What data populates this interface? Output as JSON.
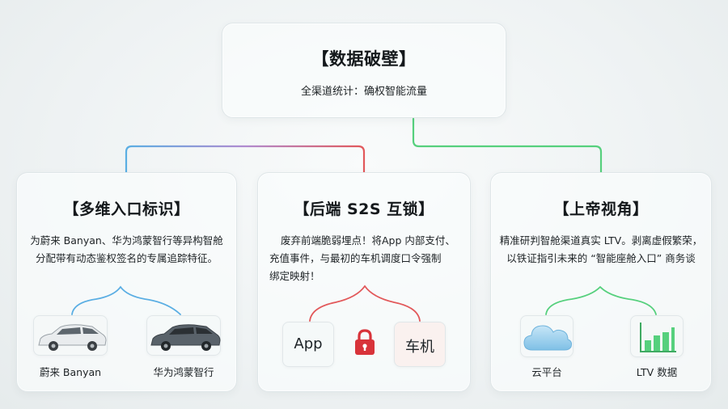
{
  "top": {
    "title": "【数据破壁】",
    "subtitle": "全渠道统计：确权智能流量"
  },
  "panels": [
    {
      "title": "【多维入口标识】",
      "desc_lines": [
        "为蔚来 Banyan、华为鸿蒙智行等异构智舱",
        "分配带有动态鉴权签名的专属追踪特征。"
      ],
      "items": [
        {
          "label": "蔚来 Banyan",
          "icon": "white-suv-car-icon"
        },
        {
          "label": "华为鸿蒙智行",
          "icon": "gray-suv-car-icon"
        }
      ],
      "accent": "#5aaee3"
    },
    {
      "title": "【后端 S2S 互锁】",
      "desc_lines": [
        "废弃前端脆弱埋点！将App 内部支付、",
        "充值事件，与最初的车机调度口令强制",
        "绑定映射！"
      ],
      "items": [
        {
          "label": "App"
        },
        {
          "icon": "red-lock-icon"
        },
        {
          "label": "车机"
        }
      ],
      "accent": "#e2585a"
    },
    {
      "title": "【上帝视角】",
      "desc_lines": [
        "精准研判智舱渠道真实 LTV。剥离虚假繁荣，",
        "以铁证指引未来的 “智能座舱入口” 商务谈"
      ],
      "items": [
        {
          "label": "云平台",
          "icon": "cloud-icon"
        },
        {
          "label": "LTV 数据",
          "icon": "bar-chart-icon"
        }
      ],
      "accent": "#56d07d"
    }
  ],
  "colors": {
    "blue": "#5aaee3",
    "red": "#e2585a",
    "green": "#56d07d"
  }
}
